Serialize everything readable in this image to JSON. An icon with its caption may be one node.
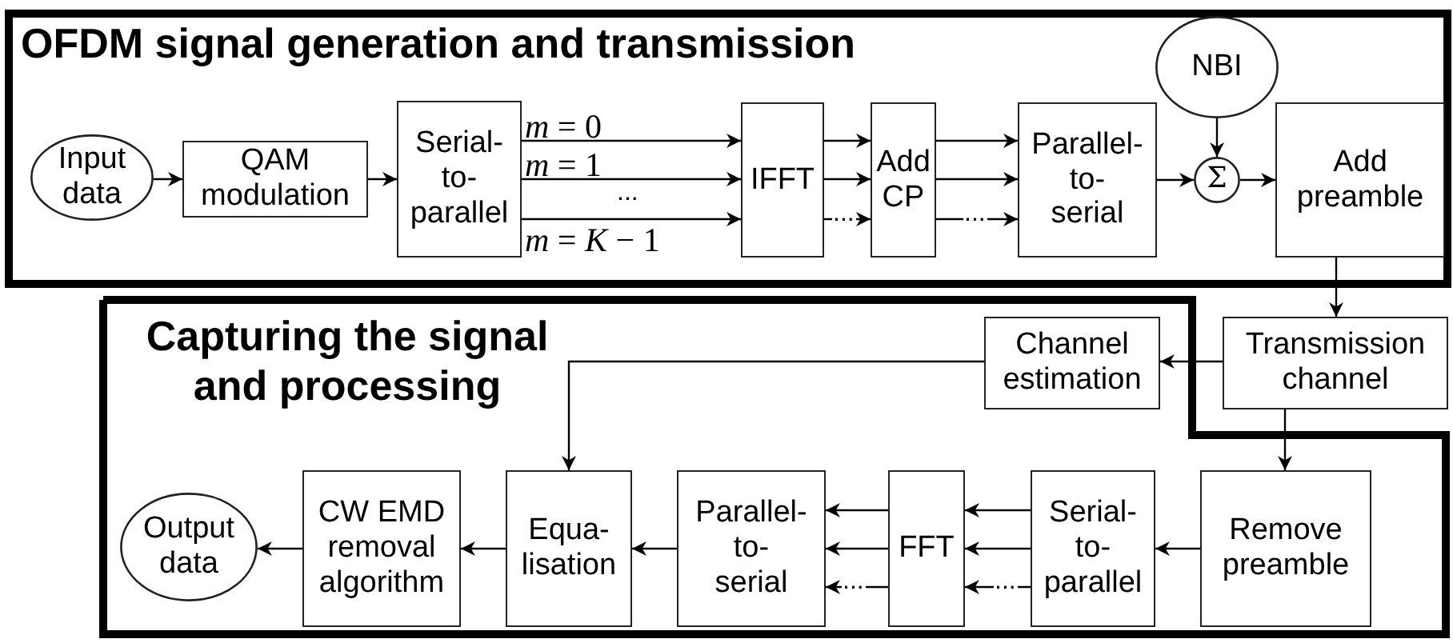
{
  "diagram": {
    "nodes": [
      {
        "text": [
          "OFDM signal generation and transmission"
        ]
      },
      {
        "text": [
          "Input data"
        ],
        "in": 0
      },
      {
        "text": [
          "QAM modulation"
        ],
        "in": 0
      },
      {
        "text": [
          "Serial- to- parallel"
        ],
        "in": 0
      },
      {
        "text": [
          "IFFT"
        ],
        "in": 0
      },
      {
        "text": [
          "Add CP"
        ],
        "in": 0
      },
      {
        "text": [
          "Parallel- to- serial"
        ],
        "in": 0
      },
      {
        "text": [
          "NBI"
        ],
        "in": 0
      },
      {
        "text": [
          "Σ"
        ],
        "in": 0
      },
      {
        "text": [
          "Add preamble"
        ],
        "in": 0
      },
      {
        "text": [
          "Capturing the signal and processing"
        ]
      },
      {
        "text": [
          "Transmission channel"
        ]
      },
      {
        "text": [
          "Channel estimation"
        ],
        "in": 10
      },
      {
        "text": [
          "Remove preamble"
        ],
        "in": 10
      },
      {
        "text": [
          "Serial- to- parallel"
        ],
        "in": 10
      },
      {
        "text": [
          "FFT"
        ],
        "in": 10
      },
      {
        "text": [
          "Parallel- to- serial"
        ],
        "in": 10
      },
      {
        "text": [
          "Equa- lisation"
        ],
        "in": 10
      },
      {
        "text": [
          "CW EMD removal algorithm"
        ],
        "in": 10
      },
      {
        "text": [
          "Output data"
        ],
        "in": 10
      }
    ],
    "edges": [
      {
        "from": 1,
        "to": 2,
        "arrow": "to"
      },
      {
        "from": 2,
        "to": 3,
        "arrow": "to"
      },
      {
        "from": 3,
        "to": 4,
        "arrow": "to",
        "label": "*m* = 0"
      },
      {
        "from": 3,
        "to": 4,
        "arrow": "to",
        "label": "*m* = 1"
      },
      {
        "from": 3,
        "to": 4,
        "arrow": "to",
        "label": "*m* = *K* − 1"
      },
      {
        "from": 4,
        "to": 5,
        "arrow": "to"
      },
      {
        "from": 4,
        "to": 5,
        "arrow": "to"
      },
      {
        "from": 4,
        "to": 5,
        "arrow": "to",
        "label": "..."
      },
      {
        "from": 5,
        "to": 6,
        "arrow": "to"
      },
      {
        "from": 5,
        "to": 6,
        "arrow": "to"
      },
      {
        "from": 5,
        "to": 6,
        "arrow": "to",
        "label": "..."
      },
      {
        "from": 6,
        "to": 8,
        "arrow": "to"
      },
      {
        "from": 7,
        "to": 8,
        "arrow": "to"
      },
      {
        "from": 8,
        "to": 9,
        "arrow": "to"
      },
      {
        "from": 9,
        "to": 11,
        "arrow": "to"
      },
      {
        "from": 11,
        "to": 12,
        "arrow": "to"
      },
      {
        "from": 12,
        "to": 17,
        "arrow": "to"
      },
      {
        "from": 11,
        "to": 13,
        "arrow": "to"
      },
      {
        "from": 13,
        "to": 14,
        "arrow": "to"
      },
      {
        "from": 14,
        "to": 15,
        "arrow": "to"
      },
      {
        "from": 14,
        "to": 15,
        "arrow": "to"
      },
      {
        "from": 14,
        "to": 15,
        "arrow": "to",
        "label": "..."
      },
      {
        "from": 15,
        "to": 16,
        "arrow": "to"
      },
      {
        "from": 15,
        "to": 16,
        "arrow": "to"
      },
      {
        "from": 15,
        "to": 16,
        "arrow": "to",
        "label": "..."
      },
      {
        "from": 16,
        "to": 17,
        "arrow": "to"
      },
      {
        "from": 17,
        "to": 18,
        "arrow": "to"
      },
      {
        "from": 18,
        "to": 19,
        "arrow": "to"
      }
    ],
    "labels": [
      "..."
    ]
  }
}
